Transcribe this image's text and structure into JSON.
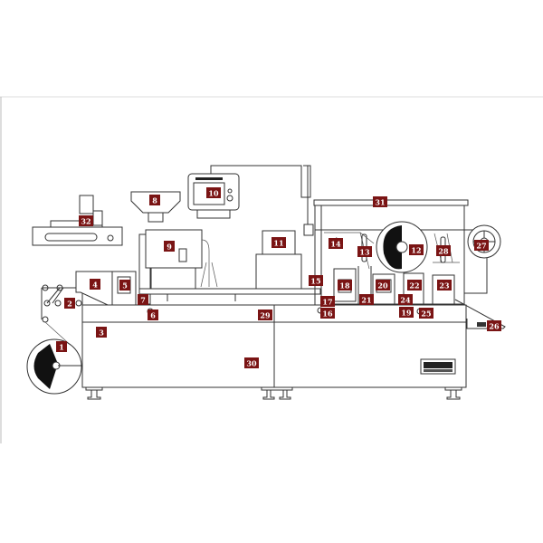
{
  "diagram": {
    "labels": [
      "1",
      "2",
      "3",
      "4",
      "5",
      "6",
      "7",
      "8",
      "9",
      "10",
      "11",
      "12",
      "13",
      "14",
      "15",
      "16",
      "17",
      "18",
      "19",
      "20",
      "21",
      "22",
      "23",
      "24",
      "25",
      "26",
      "27",
      "28",
      "29",
      "30",
      "31",
      "32"
    ],
    "logo_plate": "manufacturer logo plate"
  },
  "colors": {
    "label_bg": "#7a1414",
    "line": "#333333"
  }
}
